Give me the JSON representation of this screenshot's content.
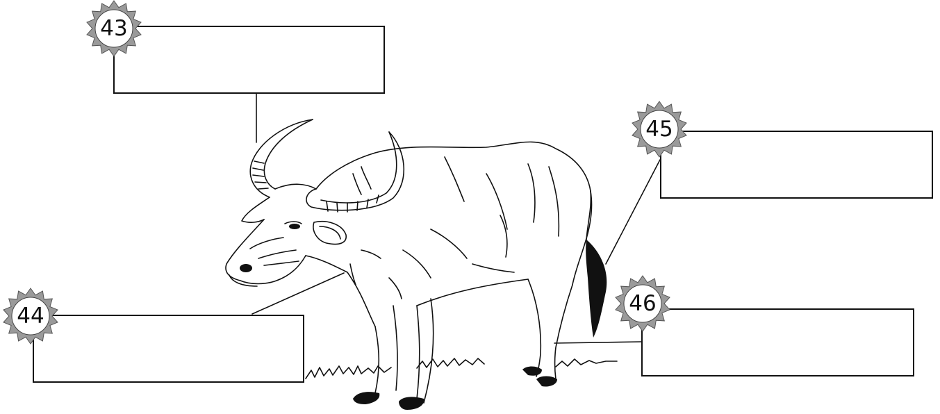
{
  "labels": [
    {
      "id": "b43",
      "number": "43",
      "answer": ""
    },
    {
      "id": "b44",
      "number": "44",
      "answer": ""
    },
    {
      "id": "b45",
      "number": "45",
      "answer": ""
    },
    {
      "id": "b46",
      "number": "46",
      "answer": ""
    }
  ],
  "colors": {
    "ink": "#111111",
    "badge_fill": "#9a9a9a",
    "paper": "#ffffff"
  },
  "subject": "water-buffalo-illustration"
}
